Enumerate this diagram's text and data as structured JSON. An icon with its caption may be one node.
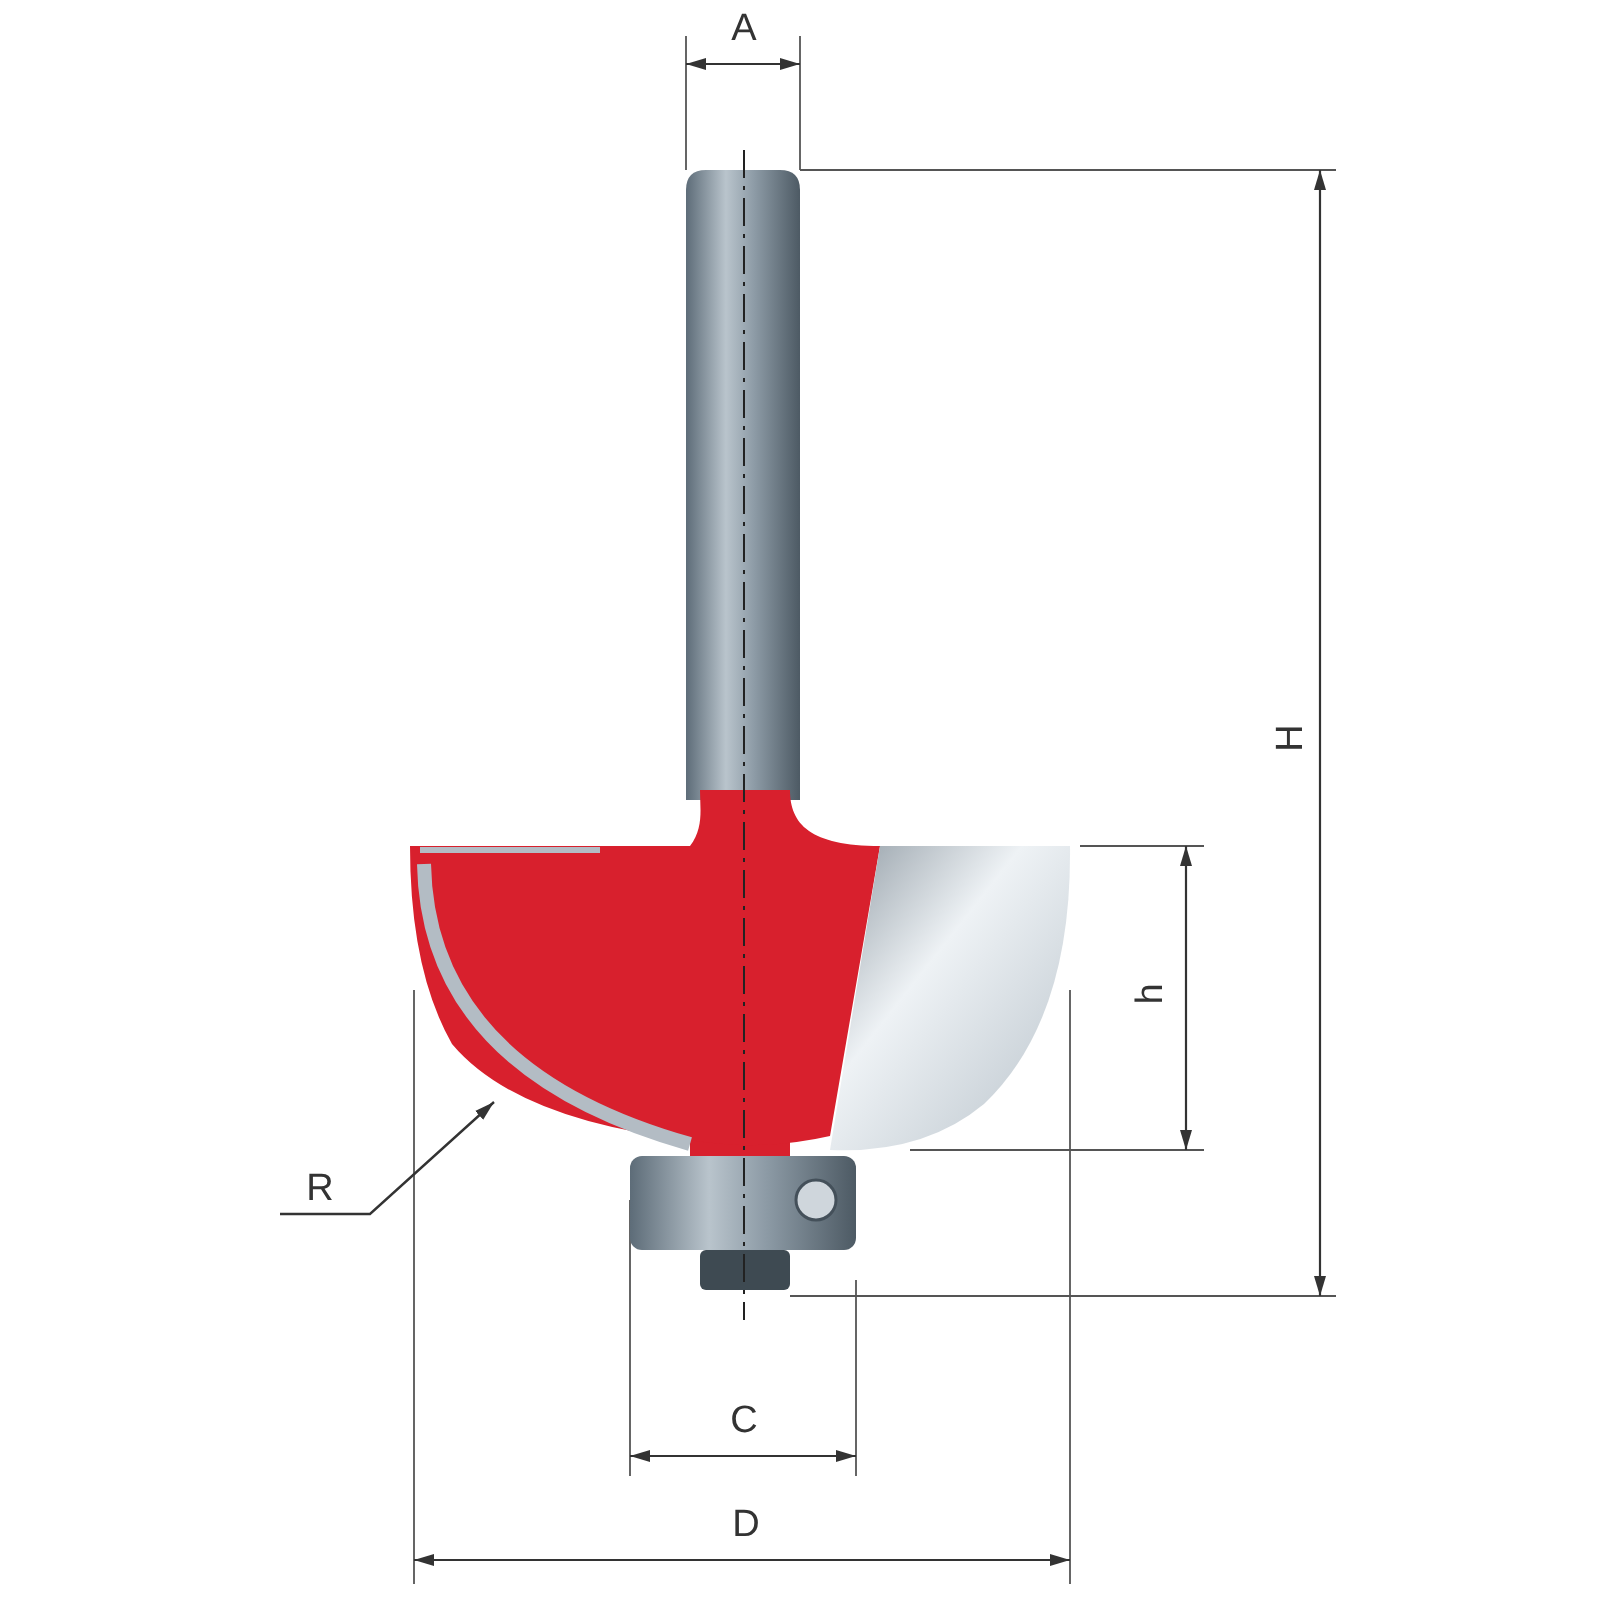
{
  "diagram": {
    "nodes": [
      {
        "text": [
          "R"
        ]
      },
      {
        "text": [],
        "shape": "picture"
      }
    ],
    "edges": [
      {
        "from": 0,
        "to": 1,
        "arrow": "to"
      }
    ],
    "labels": [
      "A",
      "H",
      "h",
      "C",
      "D"
    ]
  }
}
